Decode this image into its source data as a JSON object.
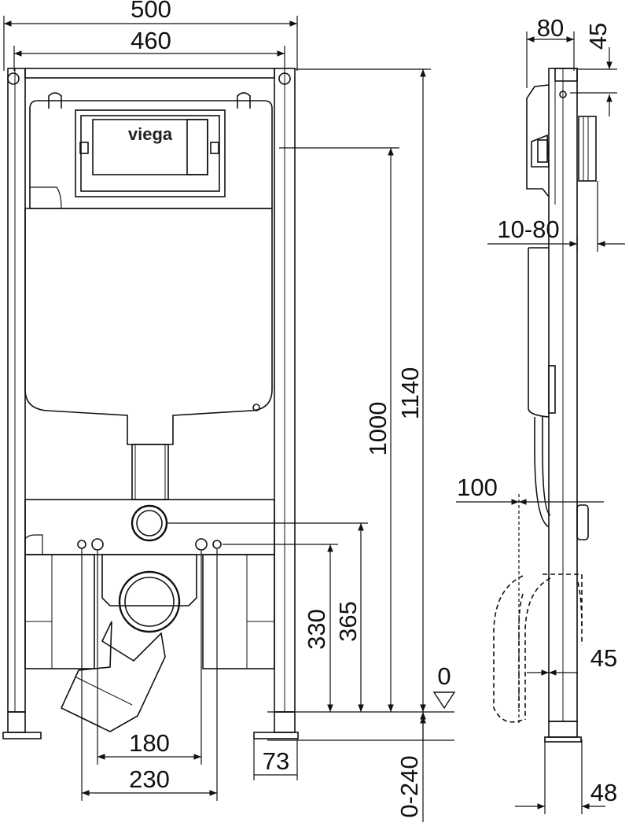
{
  "brand": {
    "logo_text": "viega"
  },
  "dimensions": {
    "overall_width": "500",
    "inner_width": "460",
    "overall_height": "1140",
    "flush_height": "1000",
    "outlet_height": "365",
    "stud_height": "330",
    "stud_spacing_inner": "180",
    "stud_spacing_outer": "230",
    "foot_depth": "73",
    "adjust_range": "0-240",
    "datum": "0",
    "side_depth": "80",
    "top_offset": "45",
    "wall_range": "10-80",
    "outlet_distance": "100",
    "bend_offset": "45",
    "foot_offset": "48"
  },
  "colors": {
    "line": "#111111",
    "panel": "#ffffff",
    "background": "#ffffff"
  }
}
